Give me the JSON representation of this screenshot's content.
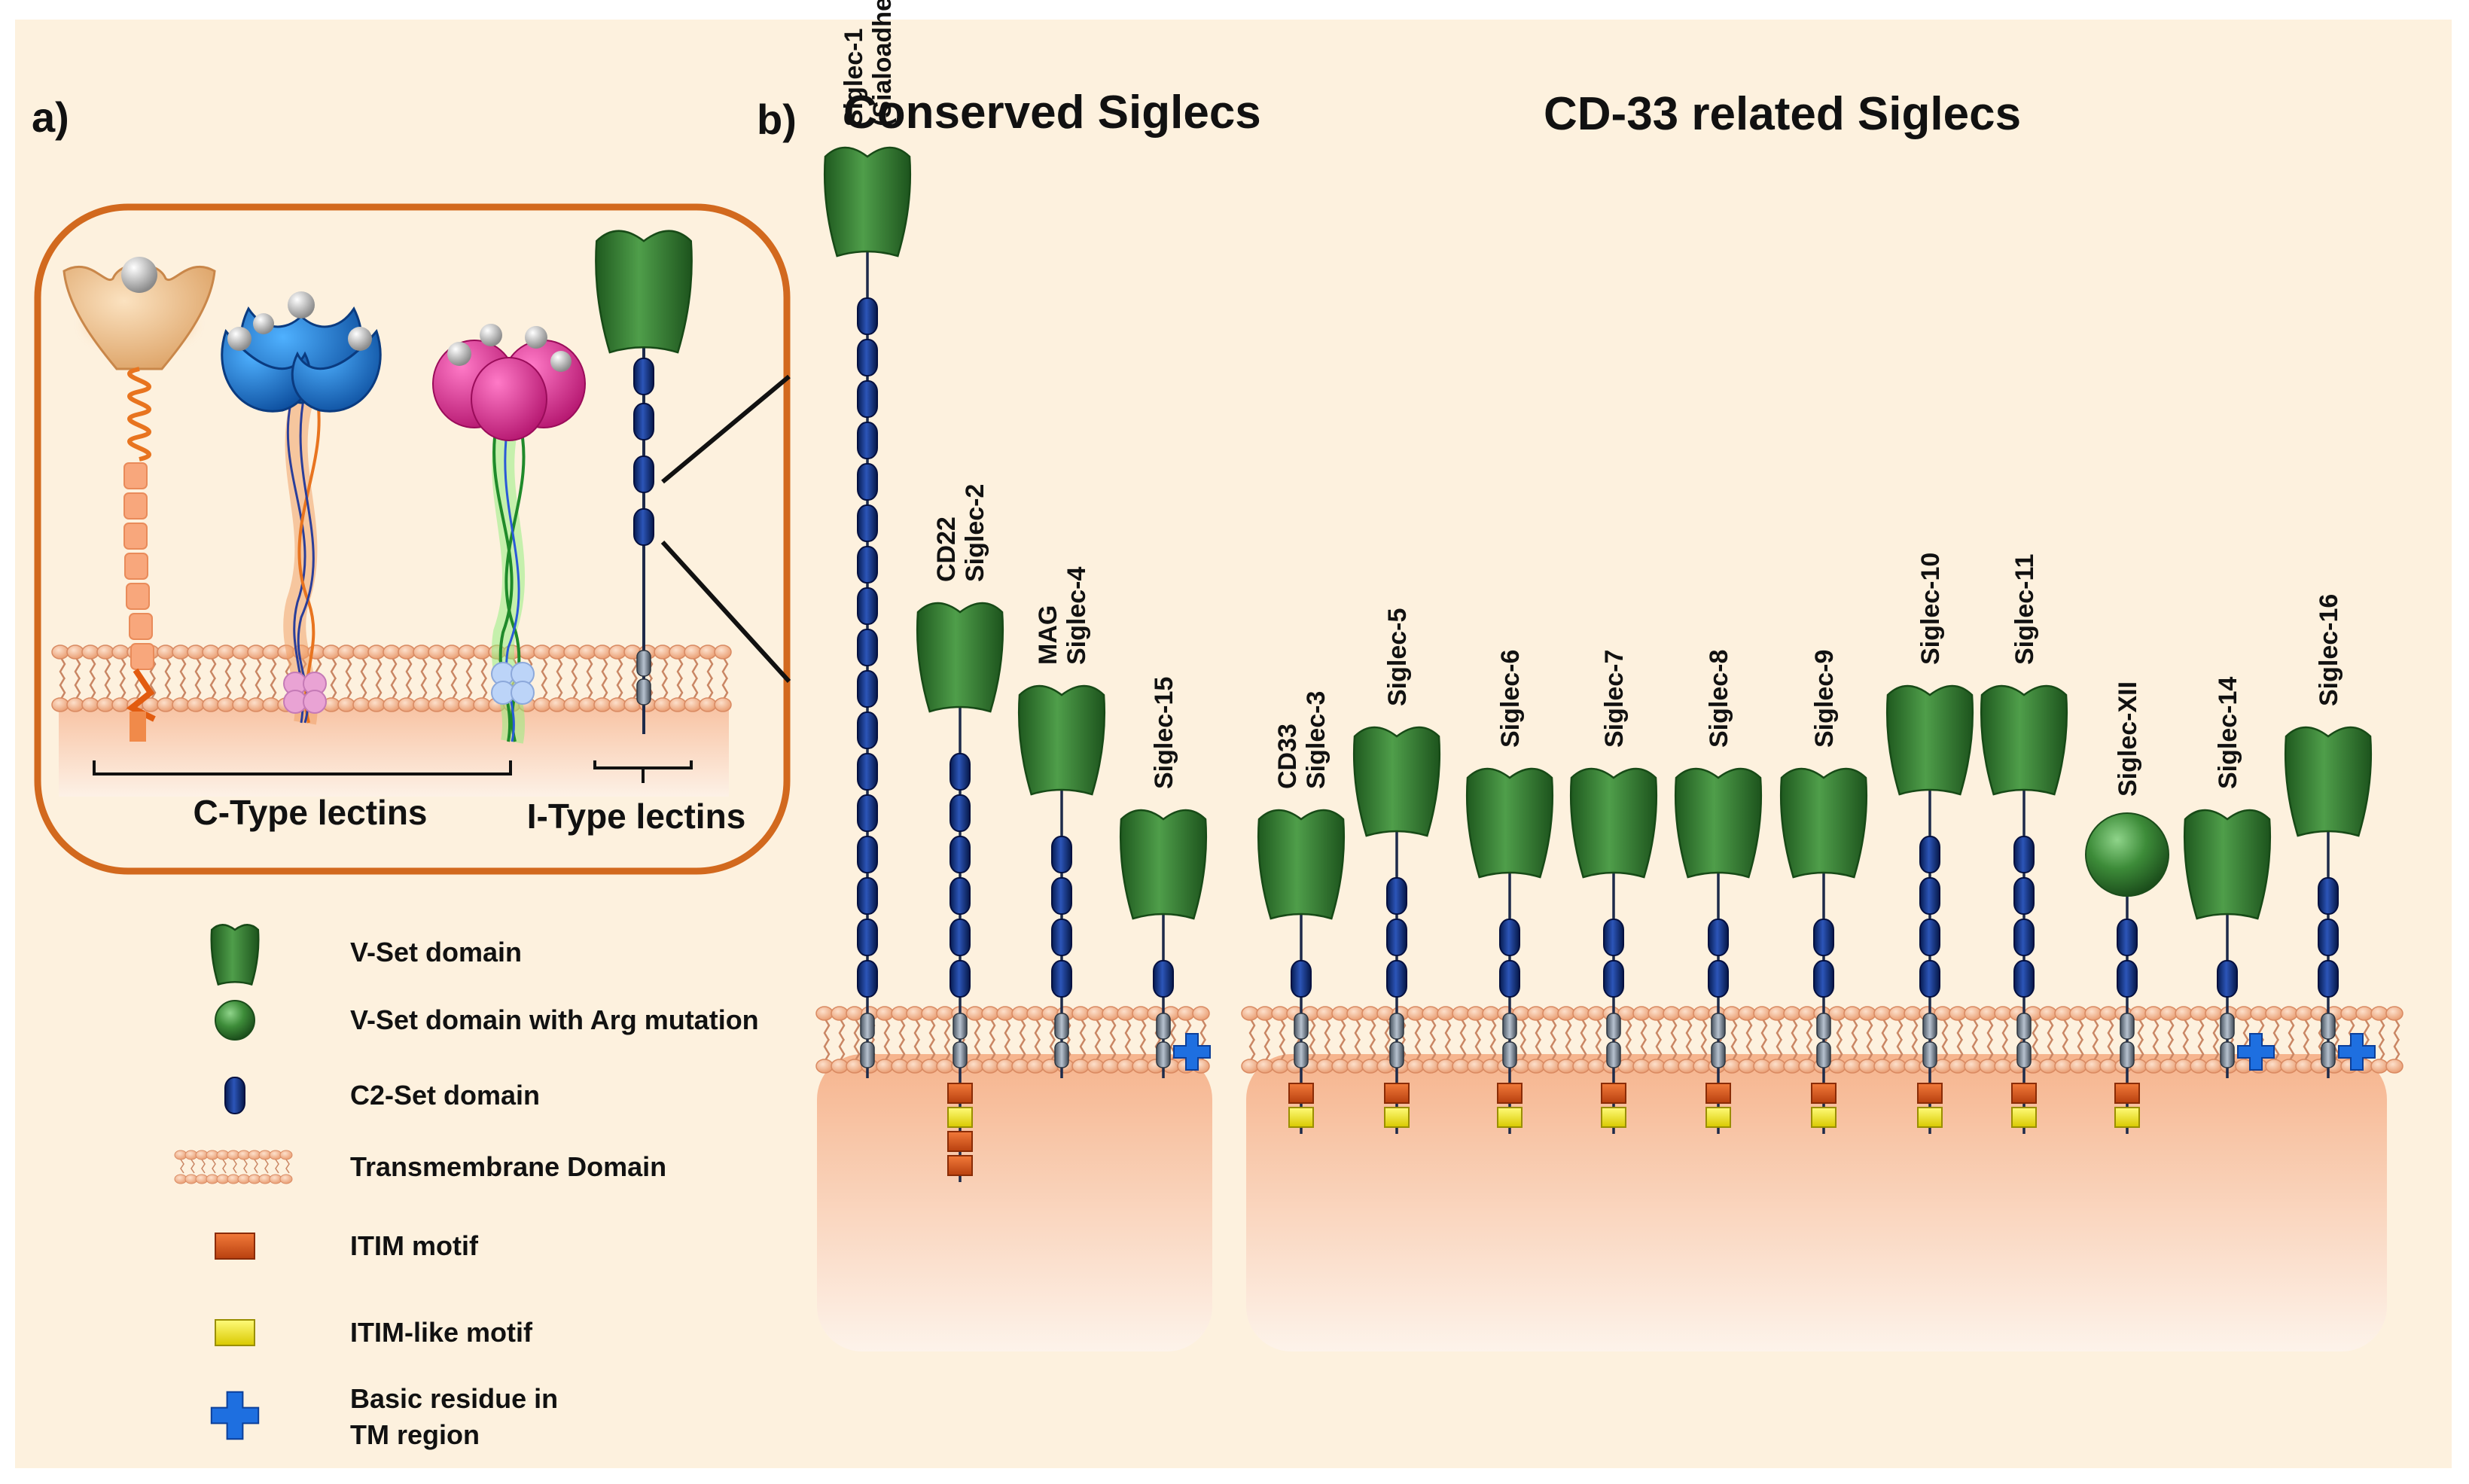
{
  "panel_a": {
    "label": "a)",
    "c_type_caption": "C-Type lectins",
    "i_type_caption": "I-Type lectins"
  },
  "panel_b": {
    "label": "b)",
    "conserved_title": "Conserved Siglecs",
    "cd33_title": "CD-33 related Siglecs",
    "conserved": [
      {
        "lines": [
          "Siglec-1",
          "(Sialoadhesin)"
        ],
        "head": "v",
        "c2": 17,
        "tail": [],
        "basic": false
      },
      {
        "lines": [
          "CD22",
          "Siglec-2"
        ],
        "head": "v",
        "c2": 6,
        "tail": [
          "itim",
          "itim-like",
          "itim",
          "itim"
        ],
        "basic": false
      },
      {
        "lines": [
          "MAG",
          "Siglec-4"
        ],
        "head": "v",
        "c2": 4,
        "tail": [],
        "basic": false
      },
      {
        "lines": [
          "Siglec-15"
        ],
        "head": "v",
        "c2": 1,
        "tail": [],
        "basic": true
      }
    ],
    "cd33_related": [
      {
        "lines": [
          "CD33",
          "Siglec-3"
        ],
        "head": "v",
        "c2": 1,
        "tail": [
          "itim",
          "itim-like"
        ],
        "basic": false
      },
      {
        "lines": [
          "Siglec-5"
        ],
        "head": "v",
        "c2": 3,
        "tail": [
          "itim",
          "itim-like"
        ],
        "basic": false
      },
      {
        "lines": [
          "Siglec-6"
        ],
        "head": "v",
        "c2": 2,
        "tail": [
          "itim",
          "itim-like"
        ],
        "basic": false
      },
      {
        "lines": [
          "Siglec-7"
        ],
        "head": "v",
        "c2": 2,
        "tail": [
          "itim",
          "itim-like"
        ],
        "basic": false
      },
      {
        "lines": [
          "Siglec-8"
        ],
        "head": "v",
        "c2": 2,
        "tail": [
          "itim",
          "itim-like"
        ],
        "basic": false
      },
      {
        "lines": [
          "Siglec-9"
        ],
        "head": "v",
        "c2": 2,
        "tail": [
          "itim",
          "itim-like"
        ],
        "basic": false
      },
      {
        "lines": [
          "Siglec-10"
        ],
        "head": "v",
        "c2": 4,
        "tail": [
          "itim",
          "itim-like"
        ],
        "basic": false
      },
      {
        "lines": [
          "Siglec-11"
        ],
        "head": "v",
        "c2": 4,
        "tail": [
          "itim",
          "itim-like"
        ],
        "basic": false
      },
      {
        "lines": [
          "Siglec-XII"
        ],
        "head": "ball",
        "c2": 2,
        "tail": [
          "itim",
          "itim-like"
        ],
        "basic": false
      },
      {
        "lines": [
          "Siglec-14"
        ],
        "head": "v",
        "c2": 1,
        "tail": [],
        "basic": true
      },
      {
        "lines": [
          "Siglec-16"
        ],
        "head": "v",
        "c2": 3,
        "tail": [],
        "basic": true
      }
    ]
  },
  "legend": [
    {
      "icon": "v-set",
      "label": "V-Set domain"
    },
    {
      "icon": "v-set-arg",
      "label": "V-Set domain  with Arg mutation"
    },
    {
      "icon": "c2-set",
      "label": "C2-Set domain"
    },
    {
      "icon": "transmembrane",
      "label": "Transmembrane Domain"
    },
    {
      "icon": "itim",
      "label": "ITIM motif"
    },
    {
      "icon": "itim-like",
      "label": "ITIM-like motif"
    },
    {
      "icon": "basic-residue",
      "label": "Basic residue in TM region"
    }
  ],
  "colors": {
    "background": "#fdf1de",
    "panel_border": "#d2691e",
    "v_set": "#2f7a2f",
    "c2_set": "#0b2a72",
    "itim": "#d9541a",
    "itim_like": "#f2e600",
    "basic_residue": "#1e6fe0",
    "lipid_head": "#f3b995",
    "cytoplasm": "#f6bb96"
  }
}
